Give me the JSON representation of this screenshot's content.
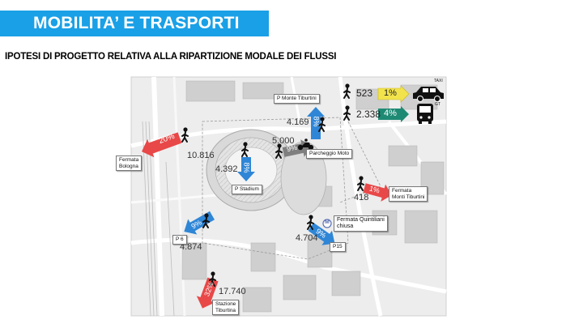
{
  "header": {
    "title": "MOBILITA’ E TRASPORTI",
    "subtitle": "IPOTESI DI PROGETTO RELATIVA ALLA RIPARTIZIONE MODALE DEI FLUSSI",
    "accent_color": "#1aa0e6"
  },
  "legend": {
    "taxi": {
      "count": "523",
      "percent": "1%",
      "label": "TAXI",
      "arrow_color": "#f2e34c",
      "icon": "taxi-icon"
    },
    "bus": {
      "count": "2.338",
      "percent": "4%",
      "label": "GT",
      "arrow_color": "#1e8a74",
      "icon": "bus-icon"
    }
  },
  "flows": {
    "bologna": {
      "count": "10.816",
      "percent": "20%",
      "label": "Fermata\nBologna",
      "color": "#e84848"
    },
    "stadium": {
      "count": "4.392",
      "percent": "8%",
      "label": "P Stadium",
      "color": "#2f86d6"
    },
    "monte_tiburtini_parking": {
      "count": "4.169",
      "percent": "8%",
      "label": "P Monte Tiburtini",
      "color": "#2f86d6"
    },
    "moto": {
      "count": "5.000",
      "percent": "9%",
      "label": "Parcheggio Moto",
      "color": "#7f7f7f"
    },
    "monti_tiburtini_stop": {
      "count": "418",
      "percent": "1%",
      "label": "Fermata\nMonti Tiburtini",
      "color": "#e84848"
    },
    "p6": {
      "count": "4.874",
      "percent": "9%",
      "label": "P 6",
      "color": "#2f86d6"
    },
    "quintiliani": {
      "count": "4.704",
      "percent": "9%",
      "label": "Fermata Quintiliani\nchiusa",
      "sub_label": "P15",
      "metro_badge": "M",
      "color": "#2f86d6"
    },
    "tiburtina": {
      "count": "17.740",
      "percent": "32%",
      "label": "Stazione\nTiburtina",
      "color": "#e84848"
    }
  }
}
